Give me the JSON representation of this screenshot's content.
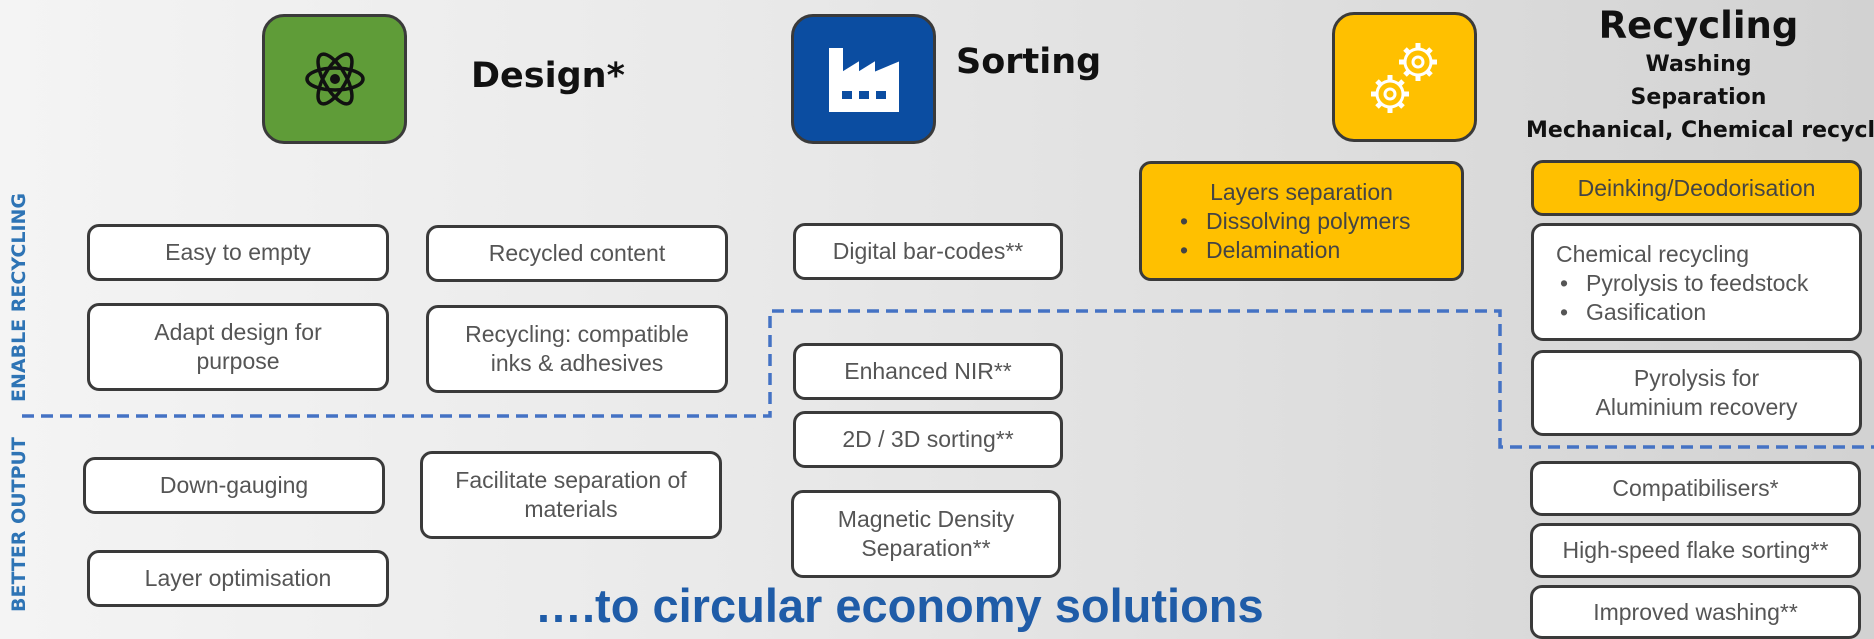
{
  "headers": {
    "design": "Design*",
    "sorting": "Sorting",
    "recycling_title": "Recycling",
    "recycling_sub1": "Washing",
    "recycling_sub2": "Separation",
    "recycling_sub3": "Mechanical, Chemical recycling"
  },
  "side_labels": {
    "enable": "ENABLE RECYCLING",
    "better": "BETTER OUTPUT"
  },
  "icons": {
    "design": "atom-icon",
    "sorting": "factory-icon",
    "recycling": "gears-icon"
  },
  "colors": {
    "design_icon": "#5f9c38",
    "sorting_icon": "#0b4da1",
    "recycling_icon": "#ffc000",
    "highlight_box": "#ffc000",
    "dashed_line": "#4472c4",
    "footer_text": "#1f5ca8",
    "side_label": "#2e74b5"
  },
  "design_boxes": {
    "easy_to_empty": "Easy to empty",
    "recycled_content": "Recycled content",
    "adapt_design_1": "Adapt design for",
    "adapt_design_2": "purpose",
    "inks_1": "Recycling: compatible",
    "inks_2": "inks & adhesives",
    "down_gauging": "Down-gauging",
    "facilitate_1": "Facilitate separation of",
    "facilitate_2": "materials",
    "layer_optimisation": "Layer optimisation"
  },
  "sorting_boxes": {
    "digital_barcodes": "Digital bar-codes**",
    "enhanced_nir": "Enhanced NIR**",
    "sorting_2d3d": "2D / 3D sorting**",
    "magnetic_1": "Magnetic Density",
    "magnetic_2": "Separation**"
  },
  "separation_box": {
    "title": "Layers separation",
    "items": [
      "Dissolving polymers",
      "Delamination"
    ]
  },
  "recycling_boxes": {
    "deinking": "Deinking/Deodorisation",
    "chemical_title": "Chemical recycling",
    "chemical_items": [
      "Pyrolysis to feedstock",
      "Gasification"
    ],
    "pyrolysis_1": "Pyrolysis for",
    "pyrolysis_2": "Aluminium recovery",
    "compatibilisers": "Compatibilisers*",
    "flake_sorting": "High-speed flake sorting**",
    "improved_washing": "Improved washing**"
  },
  "footer": "….to circular economy solutions"
}
